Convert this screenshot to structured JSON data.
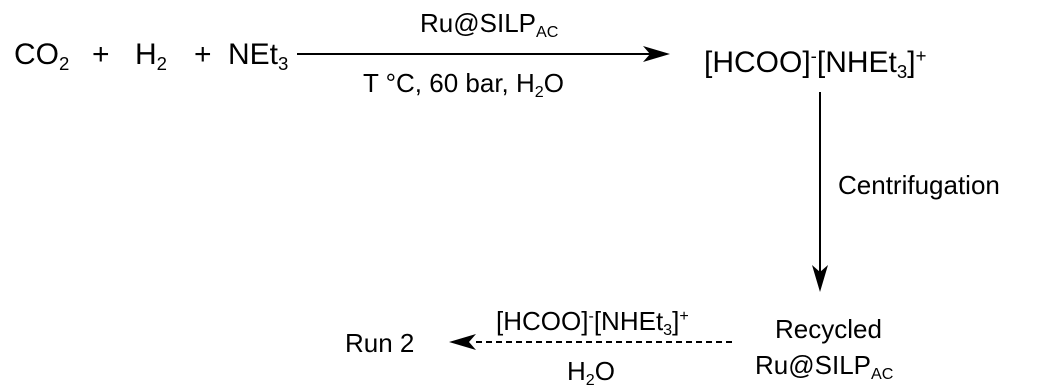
{
  "reaction": {
    "co2": {
      "main": "CO",
      "sub": "2"
    },
    "plus1": "+",
    "h2": {
      "main": "H",
      "sub": "2"
    },
    "plus2": "+",
    "net3": {
      "main": "NEt",
      "sub": "3"
    }
  },
  "arrow1": {
    "catalyst": {
      "main": "Ru@SILP",
      "sub": "AC"
    },
    "conditions": {
      "pre": "T °C, 60 bar, H",
      "sub": "2",
      "post": "O"
    }
  },
  "product": {
    "p1": "[HCOO]",
    "sup1": "-",
    "p2": "[NHEt",
    "sub": "3",
    "p3": "]",
    "sup2": "+"
  },
  "arrow2": {
    "label": "Centrifugation"
  },
  "recycled": {
    "line1": "Recycled",
    "line2": {
      "main": "Ru@SILP",
      "sub": "AC"
    }
  },
  "arrow3": {
    "above": {
      "p1": "[HCOO]",
      "sup1": "-",
      "p2": "[NHEt",
      "sub": "3",
      "p3": "]",
      "sup2": "+"
    },
    "below": {
      "pre": "H",
      "sub": "2",
      "post": "O"
    }
  },
  "run2": "Run 2"
}
